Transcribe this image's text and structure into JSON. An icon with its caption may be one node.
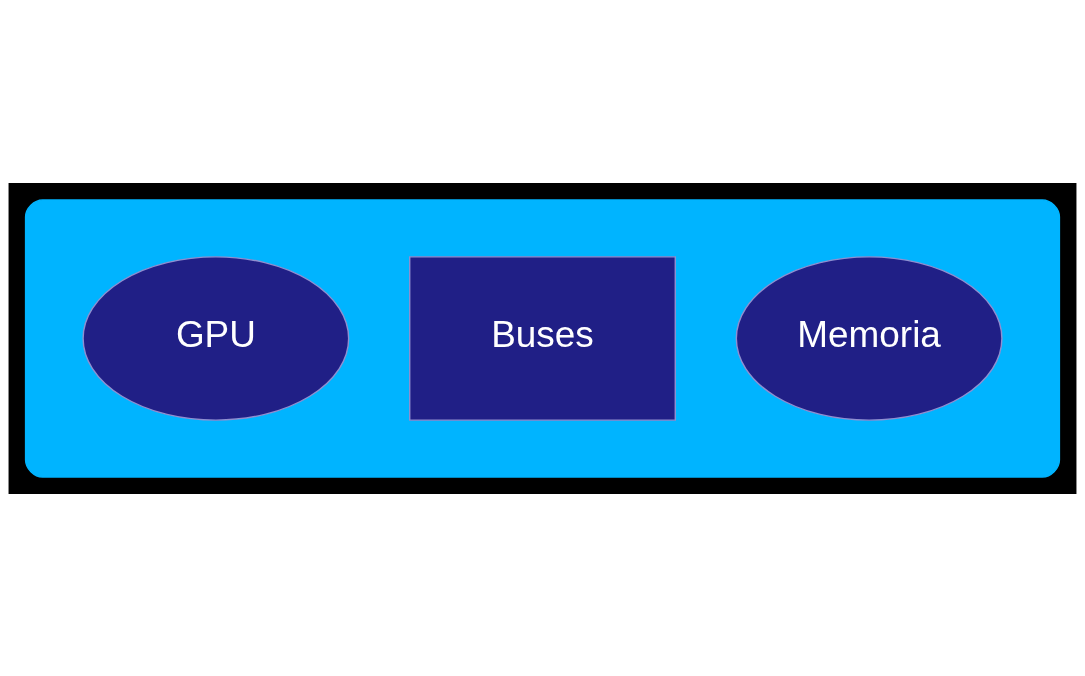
{
  "diagram": {
    "nodes": [
      {
        "text": [],
        "shape": "box"
      },
      {
        "text": [
          "GPU"
        ],
        "in": 0
      },
      {
        "text": [
          "Buses"
        ],
        "in": 0
      },
      {
        "text": [
          "Memoria"
        ],
        "in": 0
      }
    ]
  }
}
